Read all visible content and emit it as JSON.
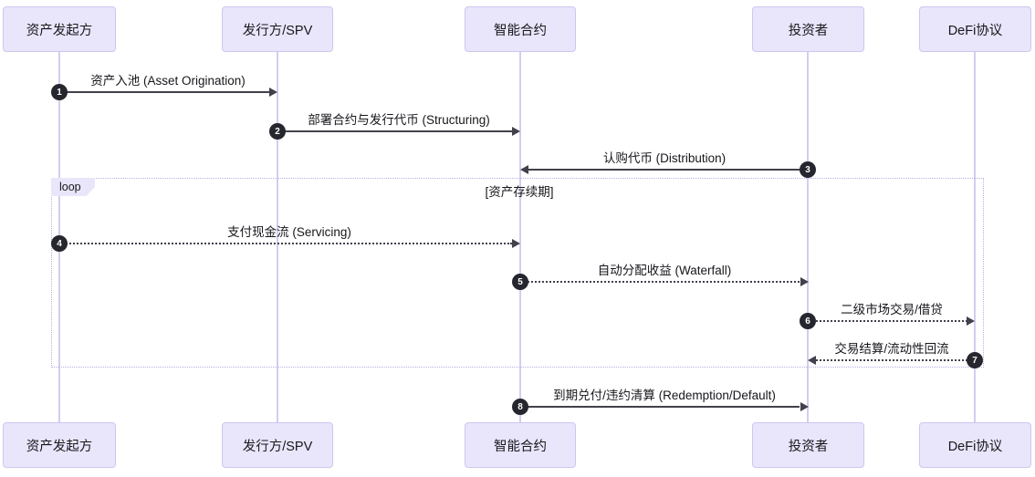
{
  "diagram": {
    "kind": "sequence-diagram",
    "actors": [
      {
        "id": "asset-originator",
        "name": "资产发起方"
      },
      {
        "id": "issuer-spv",
        "name": "发行方/SPV"
      },
      {
        "id": "smart-contract",
        "name": "智能合约"
      },
      {
        "id": "investor",
        "name": "投资者"
      },
      {
        "id": "defi-protocol",
        "name": "DeFi协议"
      }
    ],
    "loop": {
      "keyword": "loop",
      "condition": "[资产存续期]"
    },
    "messages": [
      {
        "num": "1",
        "from": "资产发起方",
        "to": "发行方/SPV",
        "label": "资产入池 (Asset Origination)",
        "line": "solid",
        "direction": "right"
      },
      {
        "num": "2",
        "from": "发行方/SPV",
        "to": "智能合约",
        "label": "部署合约与发行代币 (Structuring)",
        "line": "solid",
        "direction": "right"
      },
      {
        "num": "3",
        "from": "投资者",
        "to": "智能合约",
        "label": "认购代币 (Distribution)",
        "line": "solid",
        "direction": "left"
      },
      {
        "num": "4",
        "from": "资产发起方",
        "to": "智能合约",
        "label": "支付现金流 (Servicing)",
        "line": "dotted",
        "direction": "right"
      },
      {
        "num": "5",
        "from": "智能合约",
        "to": "投资者",
        "label": "自动分配收益 (Waterfall)",
        "line": "dotted",
        "direction": "right"
      },
      {
        "num": "6",
        "from": "投资者",
        "to": "DeFi协议",
        "label": "二级市场交易/借贷",
        "line": "dotted",
        "direction": "right"
      },
      {
        "num": "7",
        "from": "DeFi协议",
        "to": "投资者",
        "label": "交易结算/流动性回流",
        "line": "dotted",
        "direction": "left"
      },
      {
        "num": "8",
        "from": "智能合约",
        "to": "投资者",
        "label": "到期兑付/违约清算 (Redemption/Default)",
        "line": "solid",
        "direction": "right"
      }
    ],
    "colors": {
      "actor_fill": "#e9e6fb",
      "actor_border": "#cfc6ee",
      "lifeline": "#d4ccf0",
      "loop_border": "#b9aee6",
      "arrow": "#41414b",
      "number_badge": "#26262e",
      "text": "#17171c",
      "background": "#ffffff"
    }
  }
}
